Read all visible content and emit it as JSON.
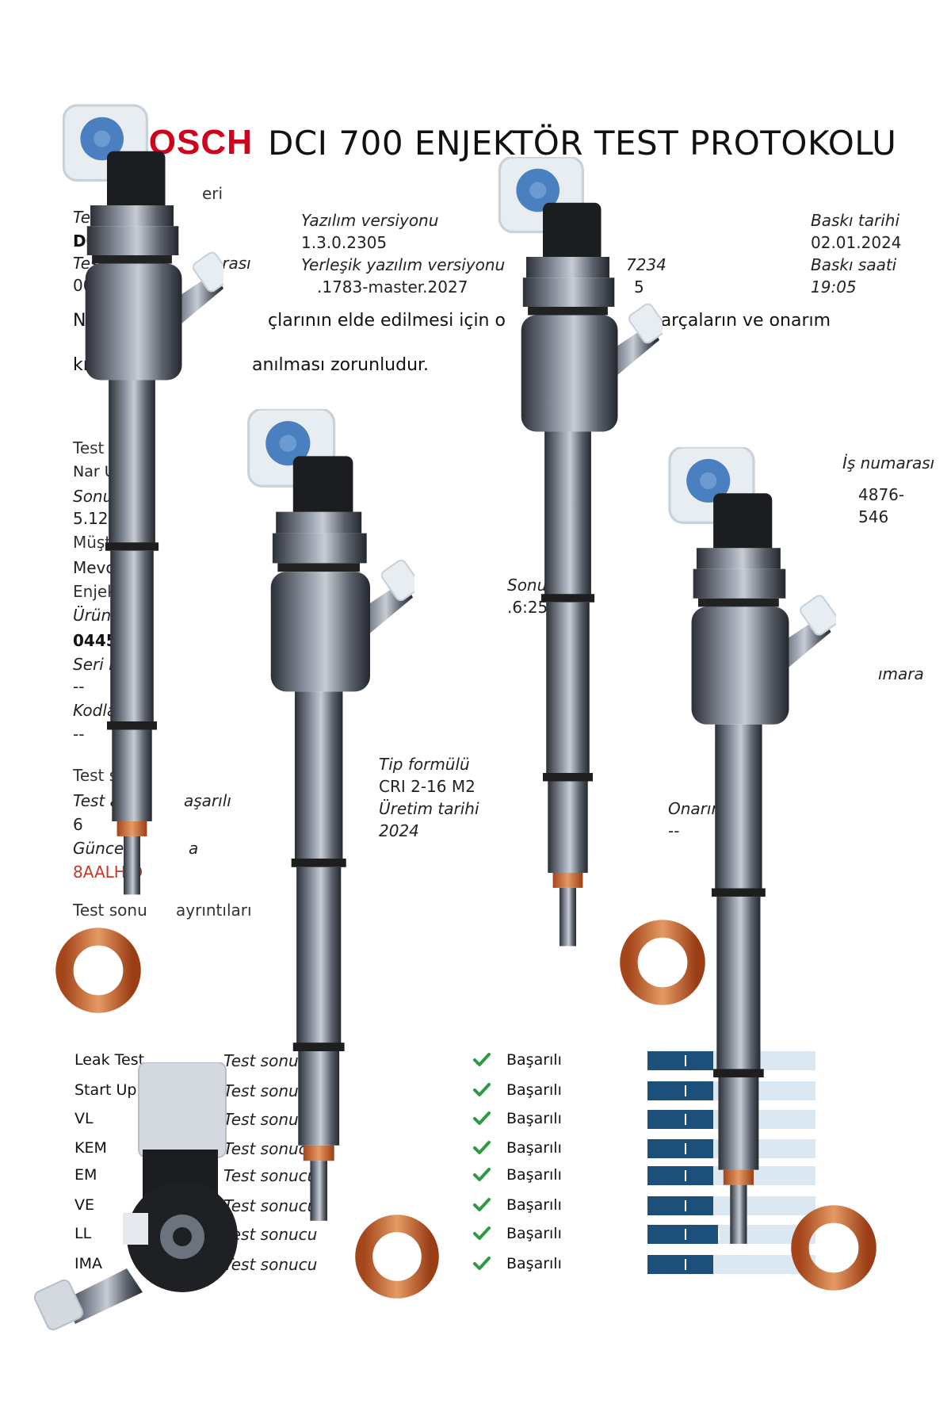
{
  "header": {
    "brand": "BOSCH",
    "title": "DCI 700 ENJEKTÖR TEST PROTOKOLU"
  },
  "info": {
    "section_fragment": "eri",
    "test_label_fragment": "Test",
    "device_fragment": "DCI",
    "test_no_label_fragment": "Test",
    "test_no_label_tail": "arası",
    "test_no_value_fragment": "0011",
    "software_label": "Yazılım versiyonu",
    "software_value": "1.3.0.2305",
    "firmware_label": "Yerleşik yazılım versiyonu",
    "firmware_value_fragment": ".1783-master.2027",
    "serial_fragment_top": "7234",
    "serial_fragment_bottom": "5",
    "print_date_label": "Baskı tarihi",
    "print_date_value": "02.01.2024",
    "print_time_label": "Baskı saati",
    "print_time_value": "19:05"
  },
  "note": {
    "line1_start": "Not",
    "line1_mid": "çlarının elde edilmesi için o",
    "line1_end": "k parçaların ve onarım",
    "line2_start": "kıla",
    "line2_end": "anılması zorunludur."
  },
  "tested": {
    "header_fragment": "Test e",
    "tester_fragment": "Nar Uzı",
    "result_label_fragment": "Sonuç",
    "result_date_fragment": "5.12.20",
    "customer_fragment": "Müşte",
    "current_fragment": "Mevcut",
    "injector_fragment": "Enjekt",
    "product_no_label_fragment": "Ürün nı",
    "product_no_value_fragment": "04451",
    "serial_no_label_fragment": "Seri nur",
    "serial_no_value": "--",
    "coding_label_fragment": "Kodlam",
    "coding_value": "--",
    "job_no_label": "İş numarası",
    "job_no_value_line1": "4876-",
    "job_no_value_line2": "546",
    "result_mid_label_fragment": "Sonuç",
    "result_mid_value_fragment": ".6:25",
    "side_label_fragment": "ımara",
    "type_label": "Tip formülü",
    "type_value": "CRI 2-16 M2",
    "production_label": "Üretim tarihi",
    "production_value": "2024",
    "repair_label_fragment": "Onarım",
    "repair_value": "--"
  },
  "summary": {
    "header_fragment": "Test so",
    "steps_label_fragment": "Test ad",
    "steps_label_tail": "aşarılı",
    "steps_value": "6",
    "current_label_fragment": "Güncel",
    "current_label_tail": "a",
    "current_value_fragment": "8AALHJD",
    "details_label_start": "Test sonu",
    "details_label_end": "ayrıntıları"
  },
  "results": [
    {
      "name": "Leak Test",
      "label": "Test sonucu",
      "status": "Başarılı",
      "fill": 0.39,
      "ticks": [
        0.22
      ]
    },
    {
      "name": "Start Up",
      "label": "Test sonucu",
      "status": "Başarılı",
      "fill": 0.39,
      "ticks": [
        0.22
      ]
    },
    {
      "name": "VL",
      "label": "Test sonucu",
      "status": "Başarılı",
      "fill": 0.39,
      "ticks": [
        0.22
      ]
    },
    {
      "name": "KEM",
      "label": "Test sonucu",
      "status": "Başarılı",
      "fill": 0.39,
      "ticks": [
        0.22
      ]
    },
    {
      "name": "EM",
      "label": "Test sonucu",
      "status": "Başarılı",
      "fill": 0.39,
      "ticks": [
        0.22
      ]
    },
    {
      "name": "VE",
      "label": "Test sonucu",
      "status": "Başarılı",
      "fill": 0.39,
      "ticks": [
        0.22
      ]
    },
    {
      "name": "LL",
      "label": "Test sonucu",
      "status": "Başarılı",
      "fill": 0.42,
      "ticks": [
        0.22,
        0.42
      ]
    },
    {
      "name": "IMA",
      "label": "Test sonucu",
      "status": "Başarılı",
      "fill": 0.39,
      "ticks": [
        0.22
      ]
    }
  ],
  "colors": {
    "brand": "#d0021b",
    "bar_fill": "#1c4f7a",
    "bar_track": "#dbe7f1",
    "check": "#2e9a44",
    "accent_red": "#c0392b"
  },
  "icons": {
    "check": "check-icon",
    "injector": "fuel-injector-icon",
    "seal": "copper-seal-ring-icon"
  }
}
